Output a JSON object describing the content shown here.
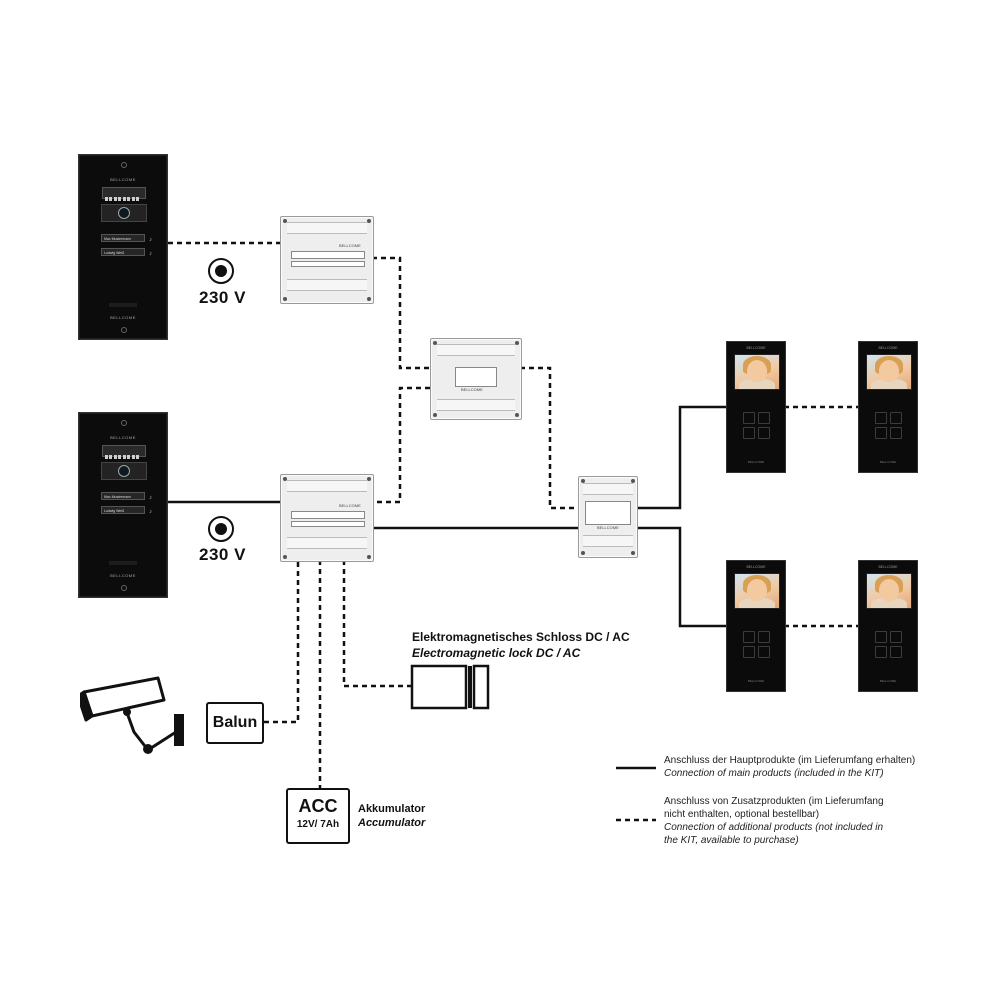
{
  "labels": {
    "voltage_top": "230 V",
    "voltage_bottom": "230 V",
    "balun": "Balun",
    "acc_title": "ACC",
    "acc_spec": "12V/ 7Ah",
    "acc_de": "Akkumulator",
    "acc_en": "Accumulator",
    "lock_de": "Elektromagnetisches Schloss DC / AC",
    "lock_en": "Electromagnetic lock DC / AC"
  },
  "door_panels": [
    {
      "brand": "BELLCOME",
      "buttons": [
        "Max Mustermann",
        "Ludwig Weiß"
      ],
      "footer": "BELLCOME"
    },
    {
      "brand": "BELLCOME",
      "buttons": [
        "Max Mustermann",
        "Ludwig Weiß"
      ],
      "footer": "BELLCOME"
    }
  ],
  "monitors": [
    {
      "brand": "BELLCOME",
      "footer": "BELLCOME"
    },
    {
      "brand": "BELLCOME",
      "footer": "BELLCOME"
    },
    {
      "brand": "BELLCOME",
      "footer": "BELLCOME"
    },
    {
      "brand": "BELLCOME",
      "footer": "BELLCOME"
    }
  ],
  "modules": {
    "psu_top_brand": "BELLCOME",
    "psu_bottom_brand": "BELLCOME",
    "switch_brand": "BELLCOME",
    "distributor_brand": "BELLCOME"
  },
  "legend": [
    {
      "style": "solid",
      "de": "Anschluss der Hauptprodukte (im Lieferumfang erhalten)",
      "en": "Connection of main products (included in the KIT)"
    },
    {
      "style": "dashed",
      "de_lines": [
        "Anschluss von Zusatzprodukten (im Lieferumfang",
        "nicht enthalten, optional bestellbar)"
      ],
      "en_lines": [
        "Connection of additional products (not included in",
        "the KIT, available to purchase)"
      ]
    }
  ],
  "colors": {
    "line": "#111111",
    "panel": "#0c0c0c",
    "module": "#eeeeee"
  }
}
